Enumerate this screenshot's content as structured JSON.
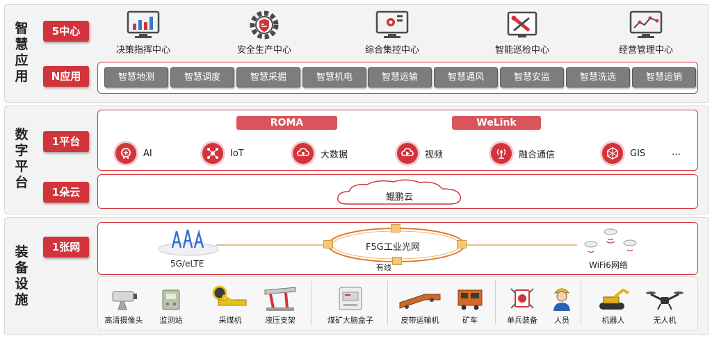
{
  "colors": {
    "accent": "#d2343c",
    "grey_button": "#7d7d7d",
    "band": "#f3f3f3"
  },
  "layers": [
    {
      "title": "智慧应用"
    },
    {
      "title": "数字平台"
    },
    {
      "title": "装备设施"
    }
  ],
  "tags": {
    "centers": "5中心",
    "apps": "N应用",
    "platform": "1平台",
    "cloud": "1朵云",
    "network": "1张网"
  },
  "centers": [
    {
      "label": "决策指挥中心",
      "icon": "chart-monitor-icon"
    },
    {
      "label": "安全生产中心",
      "icon": "safety-gear-icon"
    },
    {
      "label": "综合集控中心",
      "icon": "control-monitor-icon"
    },
    {
      "label": "智能巡检中心",
      "icon": "inspection-toolbox-icon"
    },
    {
      "label": "经营管理中心",
      "icon": "line-chart-icon"
    }
  ],
  "apps": [
    "智慧地测",
    "智慧调度",
    "智慧采掘",
    "智慧机电",
    "智慧运输",
    "智慧通风",
    "智慧安监",
    "智慧洗选",
    "智慧运销"
  ],
  "platform": {
    "bars": [
      "ROMA",
      "WeLink"
    ],
    "capabilities": [
      {
        "label": "AI",
        "icon": "ai-brain-icon"
      },
      {
        "label": "IoT",
        "icon": "iot-icon"
      },
      {
        "label": "大数据",
        "icon": "big-data-icon"
      },
      {
        "label": "视频",
        "icon": "video-icon"
      },
      {
        "label": "融合通信",
        "icon": "communication-icon"
      },
      {
        "label": "GIS",
        "icon": "gis-icon"
      }
    ],
    "more": "…"
  },
  "cloud": {
    "label": "鲲鹏云"
  },
  "network": {
    "left": "5G/eLTE",
    "ring": "F5G工业光网",
    "ring_sub": "有线",
    "right": "WiFi6网络"
  },
  "devices": [
    {
      "label": "高清摄像头",
      "icon": "camera-icon"
    },
    {
      "label": "监测站",
      "icon": "monitor-station-icon"
    },
    {
      "label": "采煤机",
      "icon": "shearer-icon"
    },
    {
      "label": "液压支架",
      "icon": "hydraulic-support-icon"
    },
    {
      "label": "煤矿大脑盒子",
      "icon": "brain-box-icon"
    },
    {
      "label": "皮带运输机",
      "icon": "belt-conveyor-icon"
    },
    {
      "label": "矿车",
      "icon": "mine-car-icon"
    },
    {
      "label": "单兵装备",
      "icon": "soldier-equipment-icon"
    },
    {
      "label": "人员",
      "icon": "worker-icon"
    },
    {
      "label": "机器人",
      "icon": "robot-icon"
    },
    {
      "label": "无人机",
      "icon": "drone-icon"
    }
  ]
}
